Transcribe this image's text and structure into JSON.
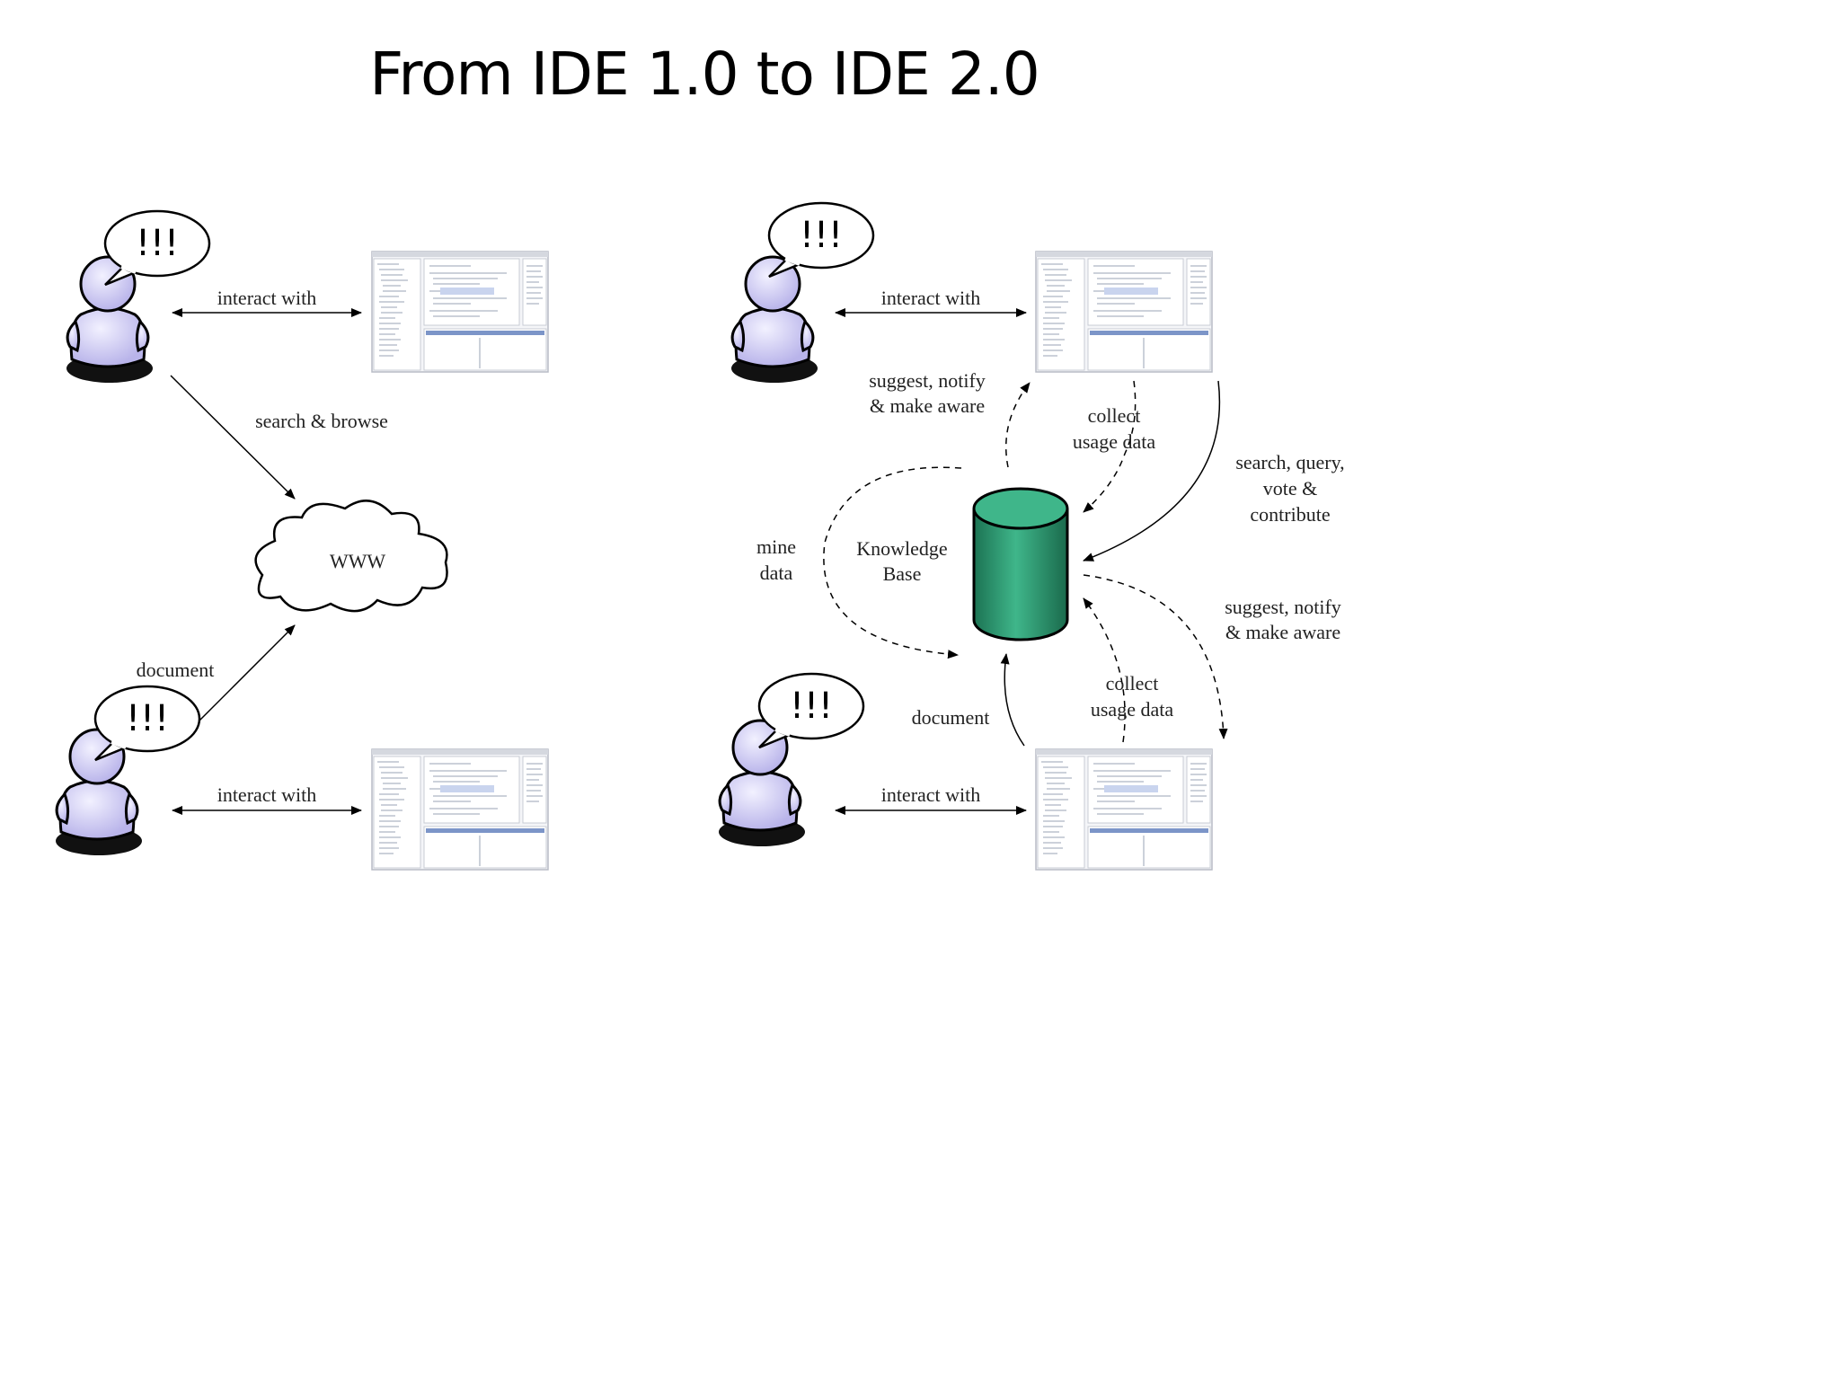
{
  "title": "From IDE 1.0 to IDE 2.0",
  "speech_bubble_text": "!!!",
  "left": {
    "interact_top": "interact with",
    "search_browse": "search & browse",
    "www": "WWW",
    "document": "document",
    "interact_bottom": "interact with"
  },
  "right": {
    "interact_top": "interact with",
    "suggest_top": [
      "suggest, notify",
      "& make aware"
    ],
    "collect_top": [
      "collect",
      "usage data"
    ],
    "search_query": [
      "search, query,",
      "vote &",
      "contribute"
    ],
    "mine_data": [
      "mine",
      "data"
    ],
    "knowledge_base": [
      "Knowledge",
      "Base"
    ],
    "suggest_bottom": [
      "suggest, notify",
      "& make aware"
    ],
    "collect_bottom": [
      "collect",
      "usage data"
    ],
    "document": "document",
    "interact_bottom": "interact with"
  },
  "colors": {
    "person_fill": "#d9d6f5",
    "person_stroke": "#000000",
    "cylinder": "#2e9a72",
    "cylinder_dark": "#1b6e4f"
  },
  "icons": [
    "person-icon",
    "speech-bubble-icon",
    "ide-screenshot-icon",
    "cloud-icon",
    "database-icon"
  ]
}
